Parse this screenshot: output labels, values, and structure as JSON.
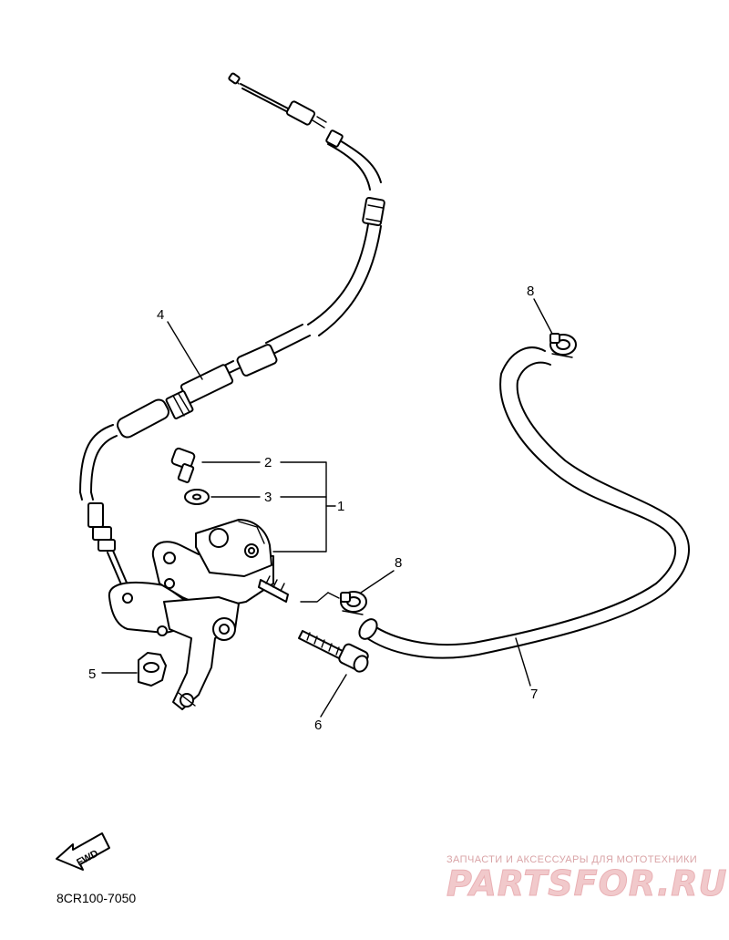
{
  "callouts": {
    "c1": "1",
    "c2": "2",
    "c3": "3",
    "c4": "4",
    "c5": "5",
    "c6": "6",
    "c7": "7",
    "c8_top": "8",
    "c8_mid": "8"
  },
  "fwd_label": "FWD",
  "diagram_code": "8CR100-7050",
  "watermark": {
    "tagline": "ЗАПЧАСТИ И АКСЕССУАРЫ ДЛЯ МОТОТЕХНИКИ",
    "logo": "PARTSFOR.RU"
  },
  "colors": {
    "line": "#000000",
    "watermark": "#e9b0b4"
  }
}
